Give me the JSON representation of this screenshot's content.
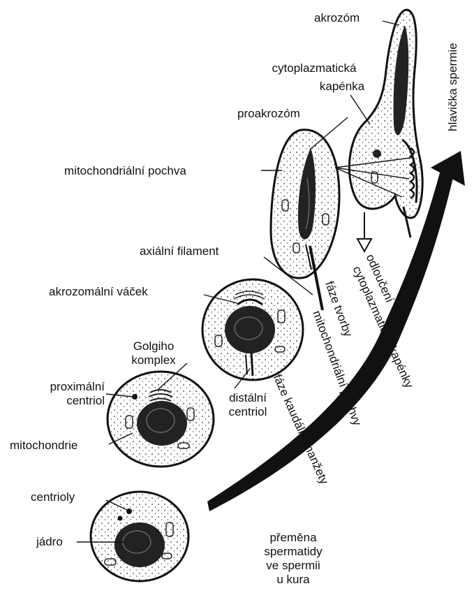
{
  "diagram": {
    "caption": [
      "přeměna",
      "spermatidy",
      "ve spermii",
      "u kura"
    ],
    "labels": {
      "akrozom": "akrozóm",
      "cytoplazmaticka_kapenka": [
        "cytoplazmatická",
        "kapénka"
      ],
      "proakrozom": "proakrozóm",
      "mitochondrialni_pochva": "mitochondriální pochva",
      "axialni_filament": "axiální filament",
      "akrozomalni_vacek": "akrozomální váček",
      "golgiho_komplex": [
        "Golgiho",
        "komplex"
      ],
      "proximalni_centriol": [
        "proximální",
        "centriol"
      ],
      "distalni_centriol": [
        "distální",
        "centriol"
      ],
      "mitochondrie": "mitochondrie",
      "centrioly": "centrioly",
      "jadro": "jádro",
      "hlavicka_spermie": "hlavička spermie"
    },
    "phases": {
      "kaudalni_manzety": "fáze kaudální manžety",
      "mitochondrialni_pochvy": [
        "fáze tvorby",
        "mitochondriální pochvy"
      ],
      "odlouceni_kapenky": [
        "odloučení",
        "cytoplazmatické kapénky"
      ]
    }
  }
}
